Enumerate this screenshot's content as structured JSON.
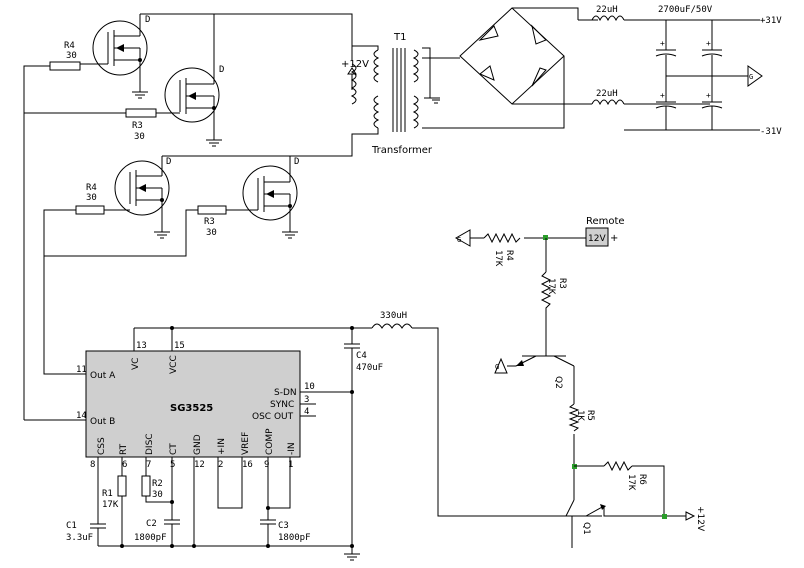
{
  "transformer": {
    "name": "T1",
    "caption": "Transformer",
    "supply": "+12V"
  },
  "mosfets": {
    "drain": "D"
  },
  "gate_resistors": [
    {
      "name": "R4",
      "value": "30"
    },
    {
      "name": "R3",
      "value": "30"
    },
    {
      "name": "R4",
      "value": "30"
    },
    {
      "name": "R3",
      "value": "30"
    }
  ],
  "output": {
    "inductor": "22uH",
    "cap": "2700uF/50V",
    "pos": "+31V",
    "neg": "-31V",
    "ground": "G"
  },
  "remote": {
    "label": "Remote",
    "box": "12V",
    "plus": "+",
    "r4_name": "R4",
    "r4_value": "17K",
    "r3_name": "R3",
    "r3_value": "17K",
    "r5_name": "R5",
    "r5_value": "1K",
    "r6_name": "R6",
    "r6_value": "17K",
    "q2": "Q2",
    "q1": "Q1",
    "supply": "+12V",
    "ground": "G"
  },
  "filter": {
    "inductor": "330uH",
    "cap_name": "C4",
    "cap_value": "470uF"
  },
  "ic": {
    "name": "SG3525",
    "pins_top": [
      {
        "num": "13",
        "label": "VC"
      },
      {
        "num": "15",
        "label": "VCC"
      }
    ],
    "pins_left": [
      {
        "num": "11",
        "label": "Out A"
      },
      {
        "num": "14",
        "label": "Out B"
      }
    ],
    "pins_right": [
      {
        "num": "10",
        "label": "S-DN"
      },
      {
        "num": "3",
        "label": "SYNC"
      },
      {
        "num": "4",
        "label": "OSC OUT"
      }
    ],
    "pins_bottom": [
      {
        "num": "8",
        "label": "CSS"
      },
      {
        "num": "6",
        "label": "RT"
      },
      {
        "num": "7",
        "label": "DISC"
      },
      {
        "num": "5",
        "label": "CT"
      },
      {
        "num": "12",
        "label": "GND"
      },
      {
        "num": "2",
        "label": "+IN"
      },
      {
        "num": "16",
        "label": "VREF"
      },
      {
        "num": "9",
        "label": "COMP"
      },
      {
        "num": "1",
        "label": "-IN"
      }
    ]
  },
  "timing": {
    "r1_name": "R1",
    "r1_value": "17K",
    "r2_name": "R2",
    "r2_value": "30",
    "c1_name": "C1",
    "c1_value": "3.3uF",
    "c2_name": "C2",
    "c2_value": "1800pF",
    "c3_name": "C3",
    "c3_value": "1800pF"
  }
}
